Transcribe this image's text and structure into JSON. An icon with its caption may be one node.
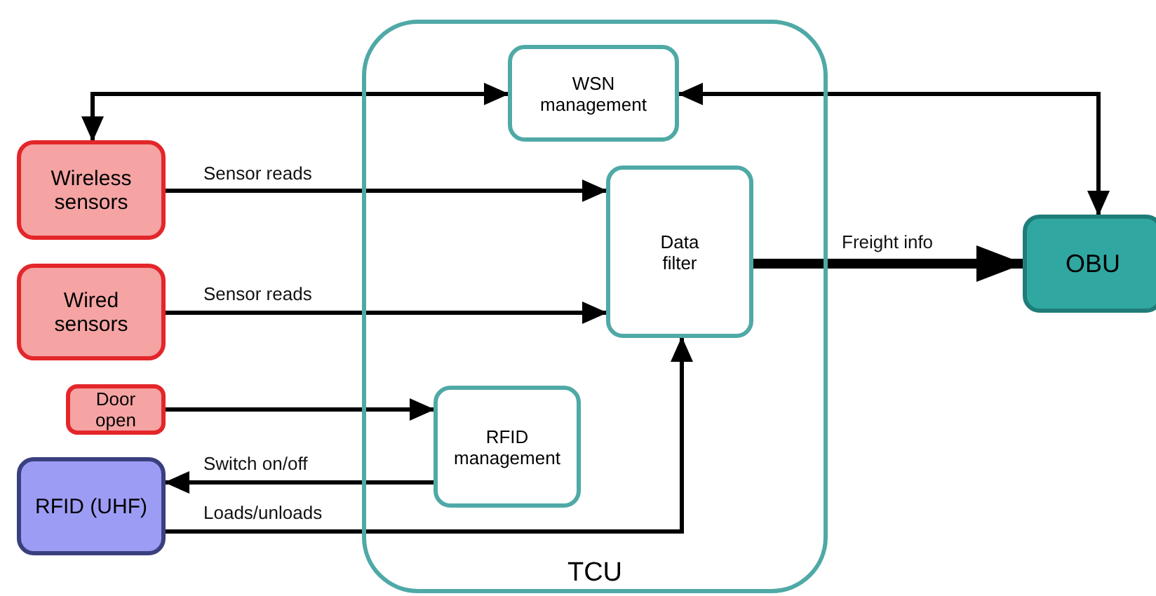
{
  "diagram": {
    "nodes": [
      {
        "text": [
          "TCU"
        ]
      },
      {
        "text": [
          "WSN management"
        ],
        "in": 0
      },
      {
        "text": [
          "Data filter"
        ],
        "in": 0
      },
      {
        "text": [
          "RFID management"
        ],
        "in": 0
      },
      {
        "text": [
          "Wireless sensors"
        ]
      },
      {
        "text": [
          "Wired sensors"
        ]
      },
      {
        "text": [
          "Door open"
        ]
      },
      {
        "text": [
          "RFID (UHF)"
        ]
      },
      {
        "text": [
          "OBU"
        ]
      }
    ],
    "edges": [
      {
        "from": 1,
        "to": 4,
        "arrow": "both"
      },
      {
        "from": 1,
        "to": 8,
        "arrow": "both"
      },
      {
        "from": 4,
        "to": 2,
        "arrow": "to",
        "label": "Sensor reads"
      },
      {
        "from": 5,
        "to": 2,
        "arrow": "to",
        "label": "Sensor reads"
      },
      {
        "from": 2,
        "to": 8,
        "arrow": "to",
        "label": "Freight info",
        "style": "thick"
      },
      {
        "from": 6,
        "to": 3,
        "arrow": "to"
      },
      {
        "from": 3,
        "to": 7,
        "arrow": "to",
        "label": "Switch on/off"
      },
      {
        "from": 7,
        "to": 2,
        "arrow": "to",
        "label": "Loads/unloads"
      }
    ]
  }
}
